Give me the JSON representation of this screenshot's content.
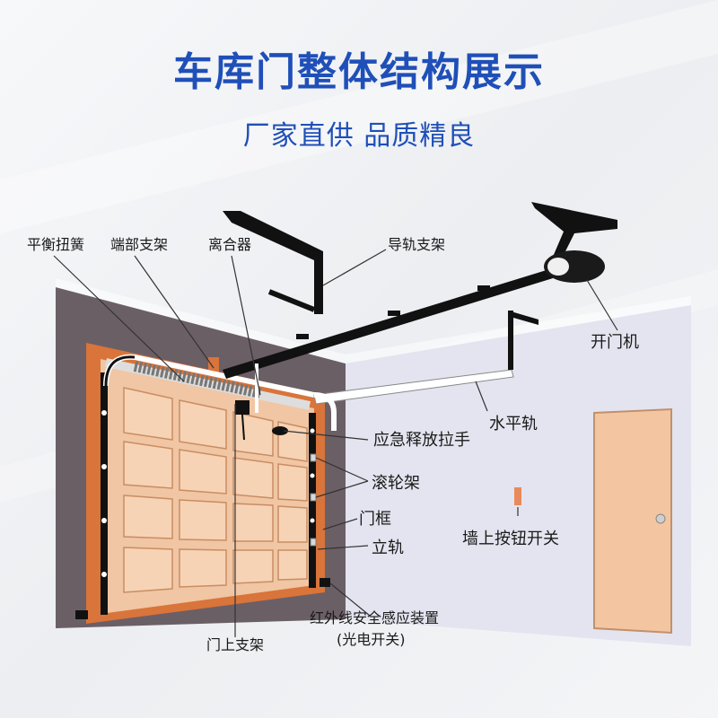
{
  "header": {
    "title": "车库门整体结构展示",
    "subtitle": "厂家直供 品质精良"
  },
  "labels": {
    "torsion_spring": "平衡扭簧",
    "end_bracket": "端部支架",
    "clutch": "离合器",
    "rail_bracket": "导轨支架",
    "opener": "开门机",
    "horizontal_track": "水平轨",
    "emergency_release": "应急释放拉手",
    "roller_bracket": "滚轮架",
    "door_frame": "门框",
    "vertical_track": "立轨",
    "wall_button": "墙上按钮开关",
    "infrared_sensor": "红外线安全感应装置",
    "infrared_sensor_note": "(光电开关)",
    "door_bracket": "门上支架"
  },
  "colors": {
    "title": "#1f4fb8",
    "back_wall": "#6b5f66",
    "right_wall": "#e3e4ef",
    "door_panel": "#f0c6a4",
    "door_frame": "#d9743a",
    "track": "#111111",
    "entry_door": "#f3c6a1"
  }
}
